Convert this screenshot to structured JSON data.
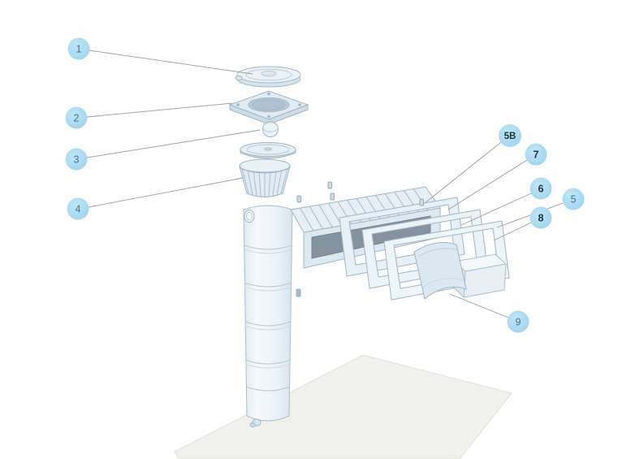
{
  "diagram": {
    "callouts": [
      {
        "label": "1",
        "bold": false
      },
      {
        "label": "2",
        "bold": false
      },
      {
        "label": "3",
        "bold": false
      },
      {
        "label": "4",
        "bold": false
      },
      {
        "label": "5B",
        "bold": true
      },
      {
        "label": "7",
        "bold": true
      },
      {
        "label": "6",
        "bold": true
      },
      {
        "label": "5",
        "bold": false
      },
      {
        "label": "8",
        "bold": true
      },
      {
        "label": "9",
        "bold": false
      }
    ],
    "colors": {
      "callout_fill": "#a9daf1",
      "callout_text": "#4a7086",
      "callout_text_bold": "#20323c",
      "part_fill": "#e9f1f7",
      "part_stroke": "#9fb6c4",
      "leader_line": "#9c9c9c",
      "ground": "#f0f0ec",
      "opening_shadow": "#8593a0"
    }
  }
}
